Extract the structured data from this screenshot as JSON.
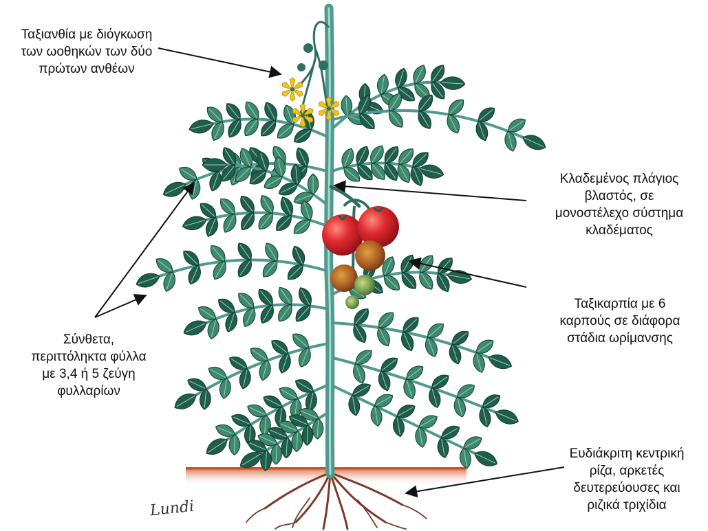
{
  "labels": {
    "inflorescence": [
      "Ταξιανθία με διόγκωση",
      "των ωοθηκών των δύο",
      "πρώτων ανθέων"
    ],
    "pruned_shoot": [
      "Κλαδεμένος πλάγιος",
      "βλαστός, σε",
      "μονοστέλεχο σύστημα",
      "κλαδέματος"
    ],
    "fruit_cluster": [
      "Ταξικαρπία με 6",
      "καρπούς σε διάφορα",
      "στάδια ωρίμανσης"
    ],
    "compound_leaves": [
      "Σύνθετα,",
      "περιττόληκτα φύλλα",
      "με 3,4 ή 5 ζεύγη",
      "φυλλαρίων"
    ],
    "root_system": [
      "Ευδιάκριτη κεντρική",
      "ρίζα, αρκετές",
      "δευτερεύουσες και",
      "ριζικά τριχίδια"
    ]
  },
  "signature": "Lundi",
  "colors": {
    "stem": "#4f9a8c",
    "leaf": "#1f5e4a",
    "leaf_light": "#3e8a6e",
    "soil": "#c4502c",
    "root": "#7a3a2a",
    "fruit_ripe": "#d4202a",
    "fruit_turning": "#a2622a",
    "fruit_green": "#6e9a4a",
    "flower": "#f2c418",
    "arrow": "#111111"
  }
}
